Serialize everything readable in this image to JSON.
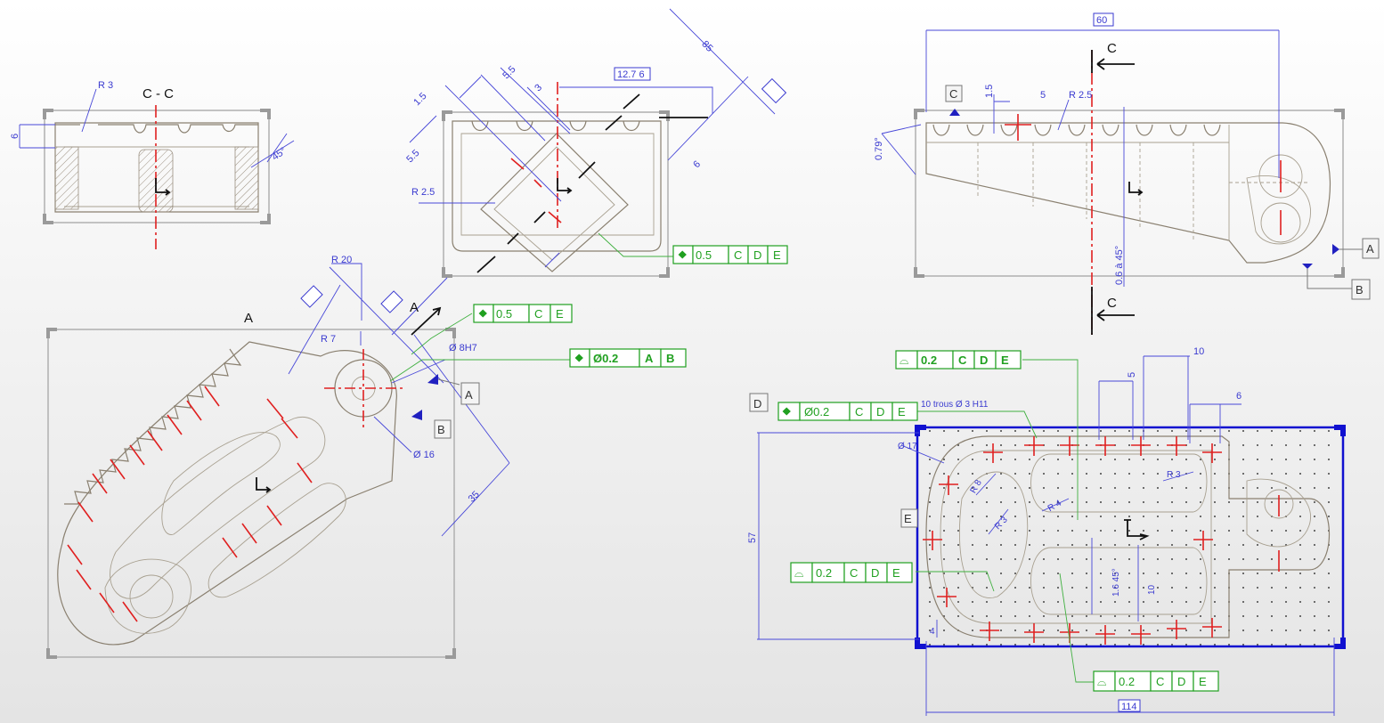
{
  "section_cc": {
    "title": "C - C",
    "dims": [
      "R 3",
      "6",
      "45°"
    ]
  },
  "rotated_view": {
    "dims": [
      "1.5",
      "5.5",
      "3",
      "5.5",
      "R 2.5",
      "85",
      "12.7 6",
      "6"
    ],
    "fcf": {
      "symbol": "⯁",
      "cells": [
        "0.5",
        "C",
        "D",
        "E"
      ]
    }
  },
  "side_view": {
    "dims": [
      "60",
      "1.5",
      "5",
      "R 2.5",
      "0.79°",
      "0.6 à 45°"
    ],
    "cut_label": "C",
    "datums": [
      "C",
      "A",
      "B"
    ]
  },
  "top_view": {
    "view_label": "A",
    "dims": [
      "R 20",
      "R 7",
      "Ø 8H7",
      "Ø 16",
      "35"
    ],
    "datums": [
      "A",
      "B"
    ],
    "fcf1": {
      "symbol": "⯁",
      "cells": [
        "0.5",
        "C",
        "E"
      ]
    },
    "fcf2": {
      "symbol": "⯁",
      "cells": [
        "Ø0.2",
        "A",
        "B"
      ]
    }
  },
  "bottom_view": {
    "dims": [
      "10",
      "5",
      "6",
      "10 trous Ø 3 H11",
      "Ø 17",
      "R 3",
      "R 8",
      "R 4",
      "R 3",
      "57",
      "1.6 45°",
      "10",
      "4",
      "114"
    ],
    "datums": [
      "D",
      "E"
    ],
    "fcf_profile1": {
      "symbol": "⌓",
      "cells": [
        "0.2",
        "C",
        "D",
        "E"
      ]
    },
    "fcf_position": {
      "symbol": "⯁",
      "cells": [
        "Ø0.2",
        "C",
        "D",
        "E"
      ]
    },
    "fcf_profile2": {
      "symbol": "⌓",
      "cells": [
        "0.2",
        "C",
        "D",
        "E"
      ]
    },
    "fcf_profile3": {
      "symbol": "⌓",
      "cells": [
        "0.2",
        "C",
        "D",
        "E"
      ]
    }
  },
  "colors": {
    "dimension": "#4848d8",
    "geometry": "#8a8070",
    "axis": "#e02020",
    "tolerance": "#20a020",
    "selection": "#1010d0"
  }
}
